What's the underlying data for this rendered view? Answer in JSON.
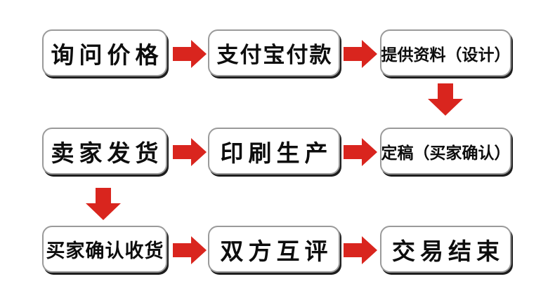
{
  "page": {
    "background_color": "#ffffff"
  },
  "flowchart": {
    "title": "transaction-process-flow",
    "style": {
      "arrow_color": "#d9251e",
      "box_fill": "#ffffff",
      "box_border_color": "#9a9a9a",
      "box_shadow_color": "#1e1e1e",
      "text_color": "#0d0d0d"
    },
    "nodes": [
      {
        "id": "ask-price",
        "label": "询问价格",
        "row": 1,
        "col": 1
      },
      {
        "id": "alipay-payment",
        "label": "支付宝付款",
        "row": 1,
        "col": 2
      },
      {
        "id": "provide-materials-design",
        "label": "提供资料（设计）",
        "row": 1,
        "col": 3
      },
      {
        "id": "seller-ships",
        "label": "卖家发货",
        "row": 2,
        "col": 1
      },
      {
        "id": "printing-production",
        "label": "印刷生产",
        "row": 2,
        "col": 2
      },
      {
        "id": "final-draft-buyer-confirm",
        "label": "定稿（买家确认）",
        "row": 2,
        "col": 3
      },
      {
        "id": "buyer-confirms-receipt",
        "label": "买家确认收货",
        "row": 3,
        "col": 1
      },
      {
        "id": "mutual-feedback",
        "label": "双方互评",
        "row": 3,
        "col": 2
      },
      {
        "id": "transaction-complete",
        "label": "交易结束",
        "row": 3,
        "col": 3
      }
    ],
    "connectors": [
      {
        "type": "arrow-right",
        "from": "ask-price",
        "to": "alipay-payment"
      },
      {
        "type": "arrow-right",
        "from": "alipay-payment",
        "to": "provide-materials-design"
      },
      {
        "type": "arrow-down",
        "from": "provide-materials-design",
        "to": "final-draft-buyer-confirm"
      },
      {
        "type": "arrow-right",
        "from": "seller-ships",
        "to": "printing-production"
      },
      {
        "type": "arrow-right",
        "from": "printing-production",
        "to": "final-draft-buyer-confirm"
      },
      {
        "type": "arrow-down",
        "from": "seller-ships",
        "to": "buyer-confirms-receipt"
      },
      {
        "type": "arrow-right",
        "from": "buyer-confirms-receipt",
        "to": "mutual-feedback"
      },
      {
        "type": "arrow-right",
        "from": "mutual-feedback",
        "to": "transaction-complete"
      }
    ]
  }
}
